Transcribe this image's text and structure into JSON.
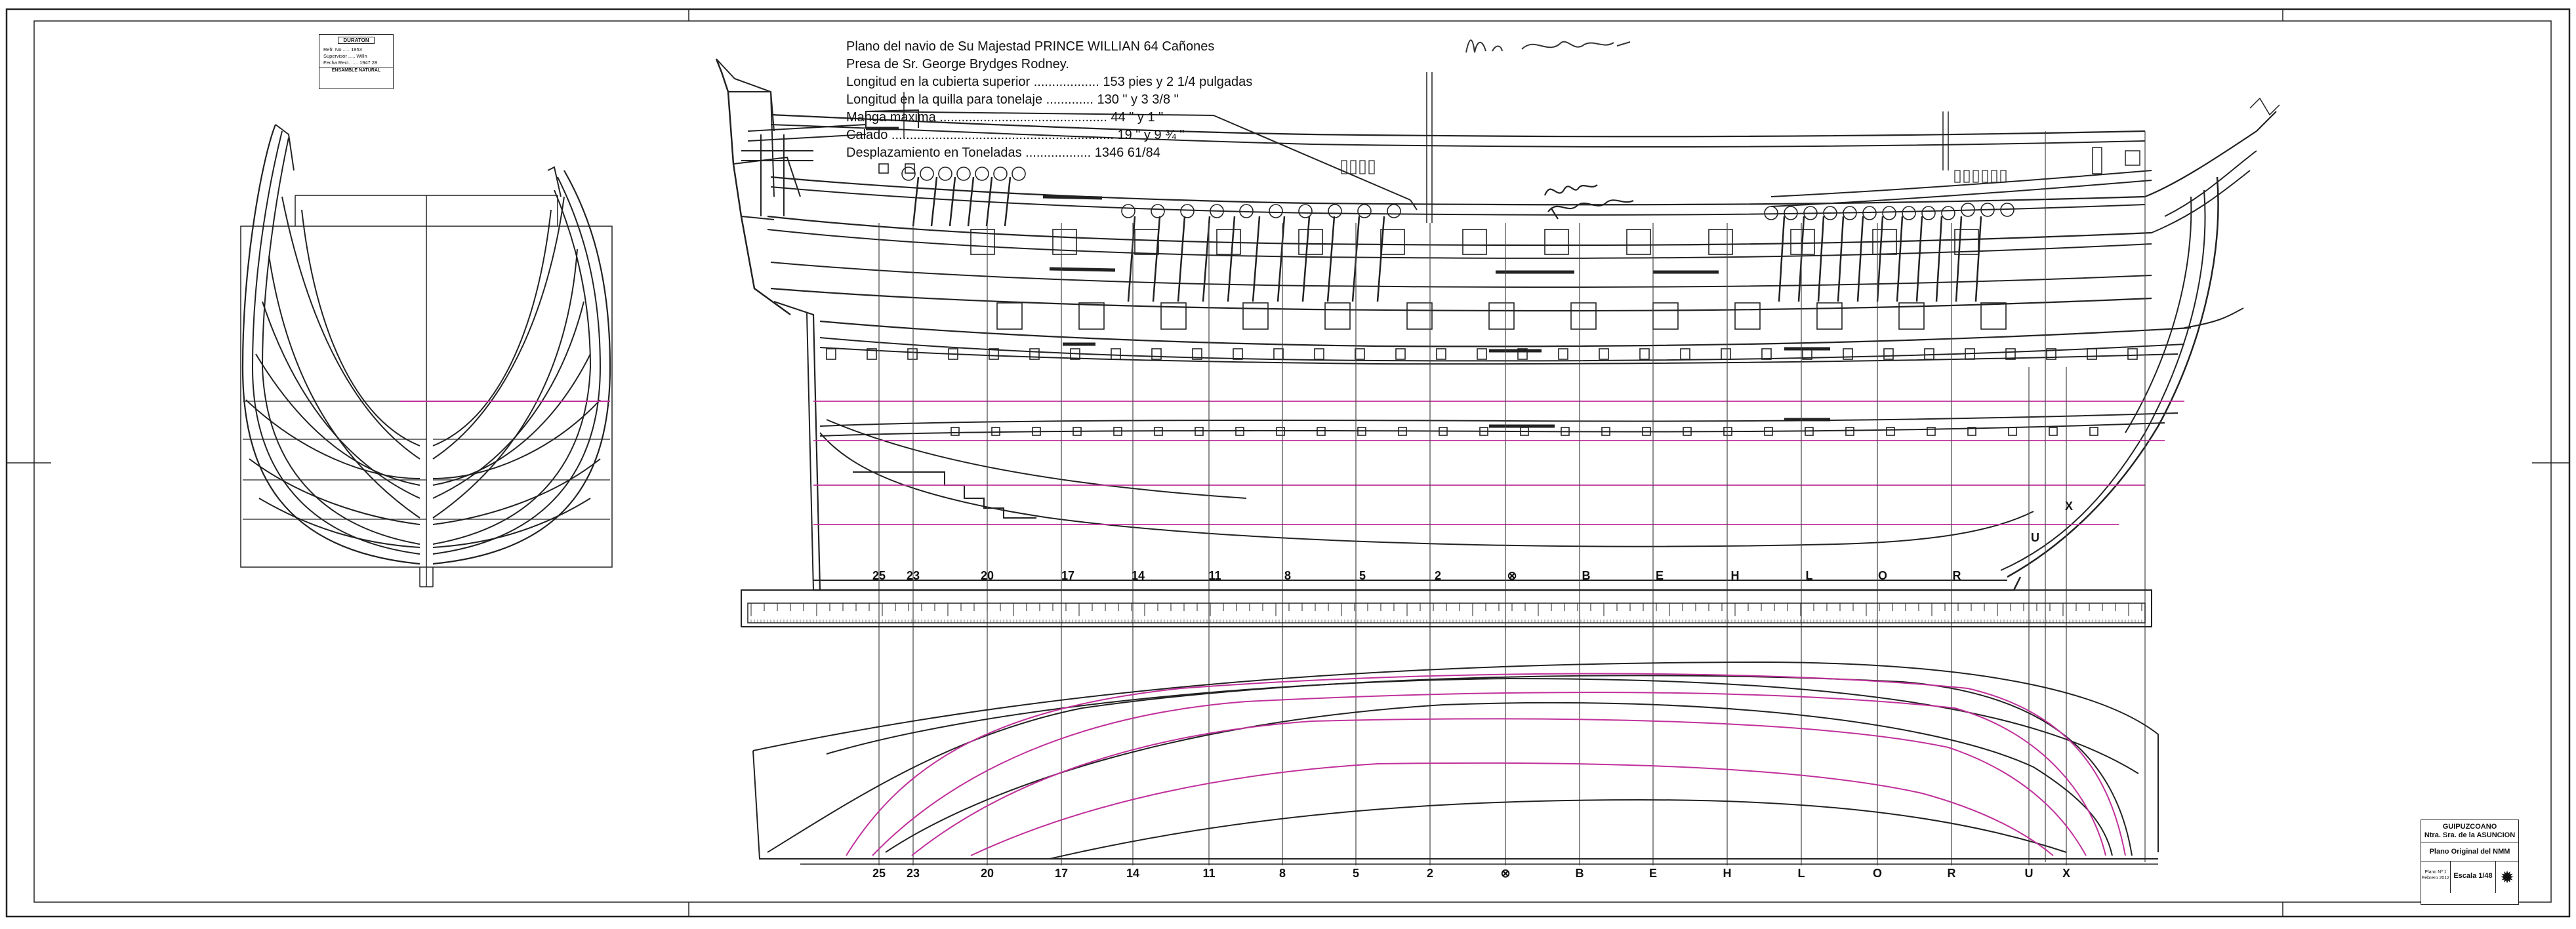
{
  "title_block": {
    "lines": [
      "Plano del navio de Su Majestad  PRINCE WILLIAN  64 Cañones",
      "Presa de Sr. George Brydges Rodney.",
      "Longitud en la cubierta superior .................. 153 pies  y  2 1/4 pulgadas",
      "Longitud en la quilla para tonelaje ............. 130  \"     y  3 3/8   \"",
      "Manga maxima .............................................. 44  \"     y  1        \"",
      "Calado ............................................................. 19  \"     y  9 ¾      \"",
      "Desplazamiento en Toneladas .................. 1346  61/84"
    ]
  },
  "stations_top": [
    "25",
    "23",
    "20",
    "17",
    "14",
    "11",
    "8",
    "5",
    "2",
    "⊗",
    "B",
    "E",
    "H",
    "L",
    "O",
    "R"
  ],
  "stations_bottom": [
    "25",
    "23",
    "20",
    "17",
    "14",
    "11",
    "8",
    "5",
    "2",
    "⊗",
    "B",
    "E",
    "H",
    "L",
    "O",
    "R",
    "U",
    "X"
  ],
  "hull_letters": [
    "X",
    "U"
  ],
  "stamp": {
    "title": "DURATON",
    "line1": "Refr. No ..... 1953",
    "line2": "Supervisor ..... Willn",
    "line3": "Fecha Rect. ..... 1947 28",
    "footer": "ENSAMBLE NATURAL"
  },
  "cartouche": {
    "builder": "GUIPUZCOANO",
    "ship": "Ntra. Sra. de la ASUNCION",
    "source": "Plano Original del NMM",
    "sheet": "Plano Nº 1",
    "date": "Febrero 2012",
    "scale": "Escala 1/48",
    "emblem": "✹"
  },
  "colors": {
    "ink": "#222222",
    "waterline": "#c0309a",
    "thin": "#555555"
  }
}
